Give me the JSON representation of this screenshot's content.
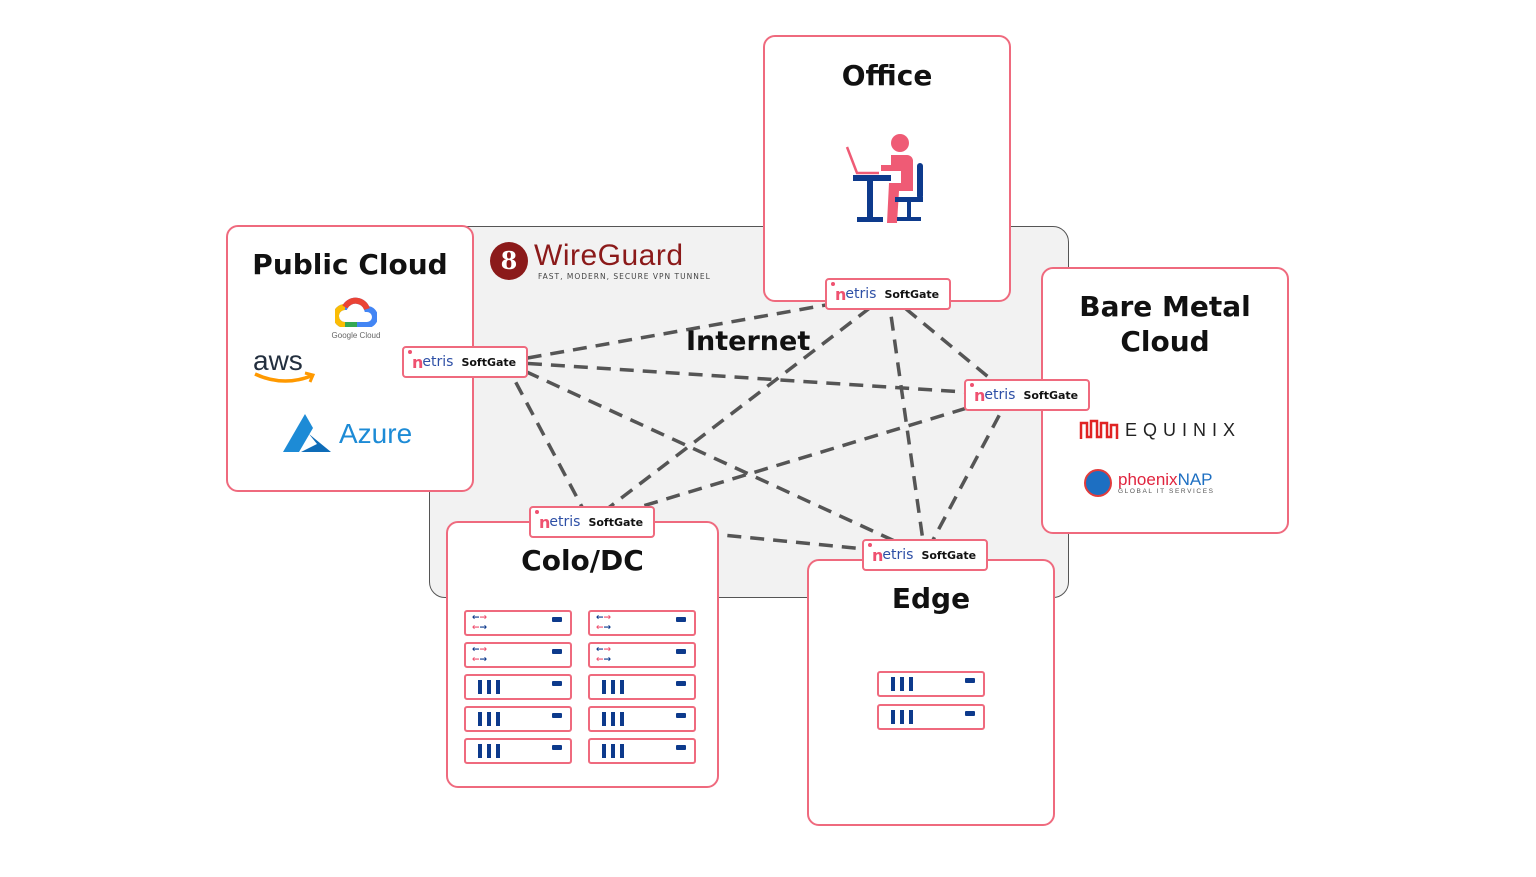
{
  "network": {
    "label": "Internet",
    "vpn": {
      "name": "WireGuard",
      "tagline": "FAST, MODERN, SECURE VPN TUNNEL",
      "logo_glyph": "8"
    }
  },
  "sites": {
    "office": {
      "title": "Office",
      "icon": "person-at-desk-icon"
    },
    "public_cloud": {
      "title": "Public Cloud",
      "providers": {
        "google": "Google Cloud",
        "aws": "aws",
        "azure": "Azure"
      }
    },
    "bare_metal": {
      "title_line1": "Bare Metal",
      "title_line2": "Cloud",
      "providers": {
        "equinix": "EQUINIX",
        "phoenixnap_a": "phoenix",
        "phoenixnap_b": "NAP",
        "phoenixnap_tag": "GLOBAL IT SERVICES"
      }
    },
    "colo": {
      "title": "Colo/DC",
      "switches_per_column": 2,
      "servers_per_column": 3,
      "columns": 2
    },
    "edge": {
      "title": "Edge",
      "servers": 2
    }
  },
  "softgate": {
    "brand_n": "n",
    "brand_rest": "etris",
    "product": "SoftGate"
  },
  "softgates": [
    "public-cloud",
    "office",
    "bare-metal",
    "colo",
    "edge"
  ],
  "links": [
    [
      "public-cloud",
      "office"
    ],
    [
      "public-cloud",
      "bare-metal"
    ],
    [
      "public-cloud",
      "colo"
    ],
    [
      "public-cloud",
      "edge"
    ],
    [
      "office",
      "colo"
    ],
    [
      "office",
      "bare-metal"
    ],
    [
      "office",
      "edge"
    ],
    [
      "bare-metal",
      "colo"
    ],
    [
      "bare-metal",
      "edge"
    ],
    [
      "colo",
      "edge"
    ]
  ],
  "colors": {
    "accent": "#ef6a7e",
    "navy": "#0d3a8c",
    "wireguard": "#8b1a1a",
    "link": "#555555"
  }
}
